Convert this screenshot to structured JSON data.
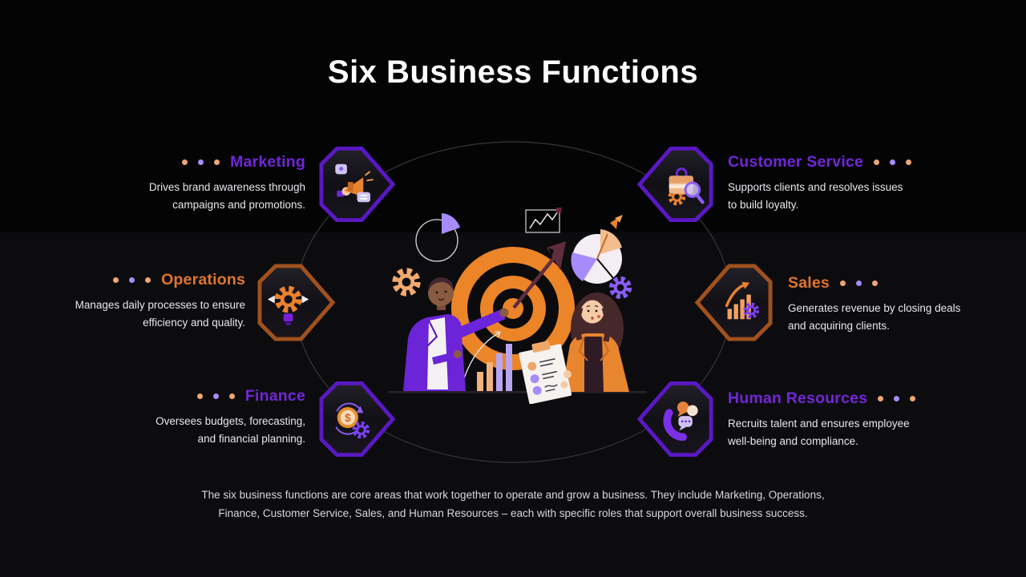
{
  "slide": {
    "title": "Six Business Functions",
    "footer": {
      "line1": "The six business functions are core areas that work together to operate and grow a business. They include Marketing, Operations,",
      "line2": "Finance, Customer Service, Sales, and Human Resources – each with specific roles that support overall business success."
    }
  },
  "colors": {
    "background": "#0c0c0e",
    "top_band": "#040404",
    "purple_accent": "#7127d8",
    "purple_badge_border": "#5a18c4",
    "orange_accent": "#e0752c",
    "orange_badge_border": "#a0511d",
    "dot_orange": "#eda674",
    "dot_purple": "#a78bfa",
    "body_text": "#e9e6ec",
    "title_text": "#ffffff",
    "illustration_orange": "#ec8428",
    "illustration_purple": "#6b24d8"
  },
  "functions": [
    {
      "label": "Marketing",
      "description_line1": "Drives brand awareness through",
      "description_line2": "campaigns and promotions.",
      "accent": "purple",
      "icon": "megaphone-icon"
    },
    {
      "label": "Customer Service",
      "description_line1": "Supports clients and resolves issues",
      "description_line2": "to build loyalty.",
      "accent": "purple",
      "icon": "briefcase-search-icon"
    },
    {
      "label": "Operations",
      "description_line1": "Manages daily processes to ensure",
      "description_line2": "efficiency and quality.",
      "accent": "orange",
      "icon": "gear-lightbulb-icon"
    },
    {
      "label": "Sales",
      "description_line1": "Generates revenue by closing deals",
      "description_line2": "and acquiring clients.",
      "accent": "orange",
      "icon": "growth-chart-icon"
    },
    {
      "label": "Finance",
      "description_line1": "Oversees budgets, forecasting,",
      "description_line2": "and financial planning.",
      "accent": "purple",
      "icon": "dollar-coin-gear-icon"
    },
    {
      "label": "Human Resources",
      "description_line1": "Recruits talent and ensures employee",
      "description_line2": "well-being and compliance.",
      "accent": "purple",
      "icon": "phone-chat-icon"
    }
  ],
  "illustration": {
    "description": "Two business people beside a dartboard target with arrow, bar chart, pie charts, line chart, gears and a checklist clipboard"
  }
}
